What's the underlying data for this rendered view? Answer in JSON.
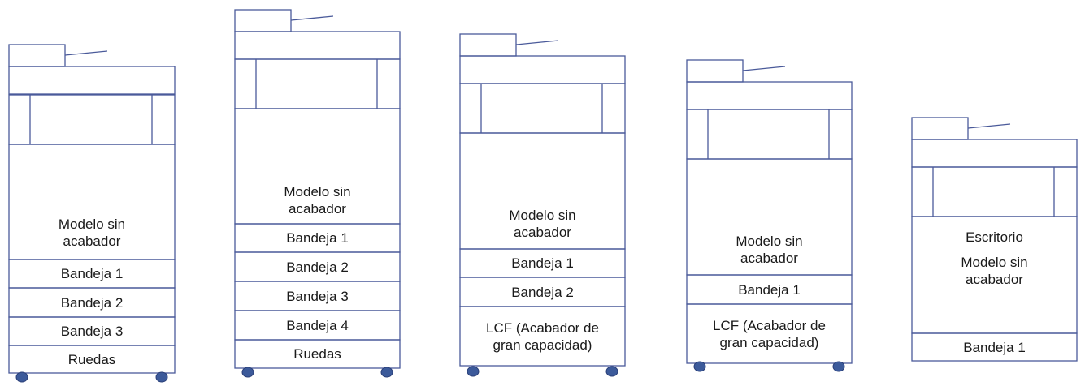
{
  "diagram": {
    "colors": {
      "outline": "#4a5a9a",
      "wheel": "#3c5a9a",
      "text": "#1a1a1a"
    },
    "printers": [
      {
        "body_label": "Modelo sin\nacabador",
        "sections": [
          "Bandeja 1",
          "Bandeja 2",
          "Bandeja 3",
          "Ruedas"
        ]
      },
      {
        "body_label": "Modelo sin\nacabador",
        "sections": [
          "Bandeja 1",
          "Bandeja 2",
          "Bandeja 3",
          "Bandeja 4",
          "Ruedas"
        ]
      },
      {
        "body_label": "Modelo sin\nacabador",
        "sections": [
          "Bandeja 1",
          "Bandeja 2",
          "LCF (Acabador de\ngran capacidad)"
        ]
      },
      {
        "body_label": "Modelo sin\nacabador",
        "sections": [
          "Bandeja 1",
          "LCF (Acabador de\ngran capacidad)"
        ]
      },
      {
        "top_label": "Escritorio",
        "body_label": "Modelo sin\nacabador",
        "sections": [
          "Bandeja 1"
        ]
      }
    ]
  }
}
